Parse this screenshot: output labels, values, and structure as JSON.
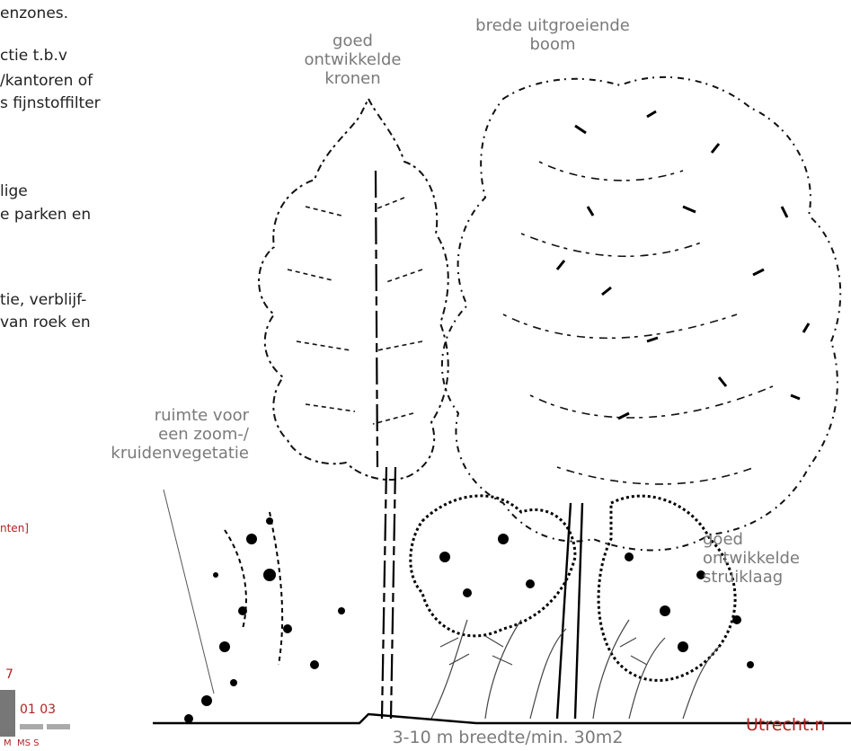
{
  "left_text": {
    "line1": "enzones.",
    "line2": "ctie t.b.v",
    "line3": "/kantoren of",
    "line4": "s fijnstoffilter",
    "line5": "lige",
    "line6": "e parken en",
    "line7": "tie, verblijf-",
    "line8": "van roek en"
  },
  "labels": {
    "crowns": [
      "goed",
      "ontwikkelde",
      "kronen"
    ],
    "broad_tree": [
      "brede uitgroeiende",
      "boom"
    ],
    "zoom": [
      "ruimte voor",
      "een zoom-/",
      "kruidenvegetatie"
    ],
    "shrub": [
      "goed",
      "ontwikkelde",
      "struiklaag"
    ],
    "width": "3-10 m breedte/min. 30m2"
  },
  "fragments": {
    "anten": "nten]",
    "num7": "7",
    "nums": "01 03",
    "bottom_small": "M  MS S",
    "brand": "Utrecht.n"
  },
  "colors": {
    "accent": "#b22222",
    "label": "#7a7a7a"
  }
}
